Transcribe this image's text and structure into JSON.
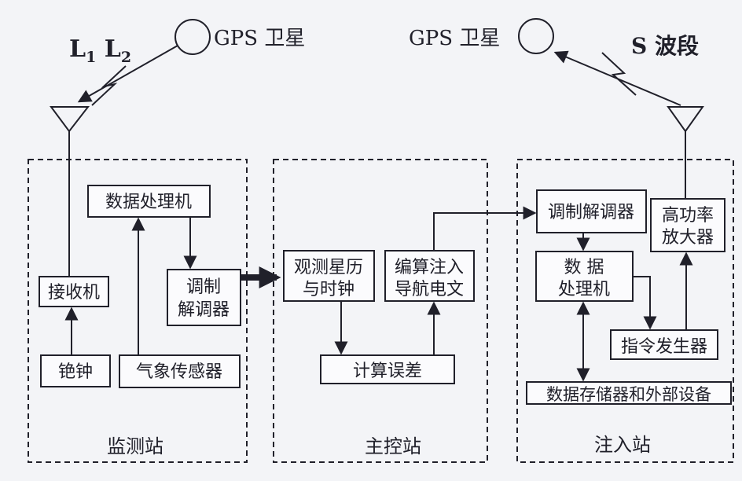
{
  "diagram_title": "GPS ground control segment diagram",
  "colors": {
    "background": "#f3f4f7",
    "ink": "#20202a",
    "box_fill": "#fbfbfd"
  },
  "top": {
    "l_band": {
      "l1": "L",
      "sub1": "1",
      "l2": " L",
      "sub2": "2"
    },
    "gps_satellite_left": "GPS 卫星",
    "gps_satellite_right": "GPS 卫星",
    "s_band": "S 波段"
  },
  "monitor_station": {
    "label": "监测站",
    "data_processor": "数据处理机",
    "receiver": "接收机",
    "modem_line1": "调制",
    "modem_line2": "解调器",
    "cesium_clock": "铯钟",
    "weather_sensor": "气象传感器"
  },
  "master_station": {
    "label": "主控站",
    "observe_line1": "观测星历",
    "observe_line2": "与时钟",
    "compile_line1": "编算注入",
    "compile_line2": "导航电文",
    "compute_error": "计算误差"
  },
  "injection_station": {
    "label": "注入站",
    "modem": "调制解调器",
    "amplifier_line1": "高功率",
    "amplifier_line2": "放大器",
    "processor_line1": "数 据",
    "processor_line2": "处理机",
    "command_generator": "指令发生器",
    "storage": "数据存储器和外部设备"
  }
}
